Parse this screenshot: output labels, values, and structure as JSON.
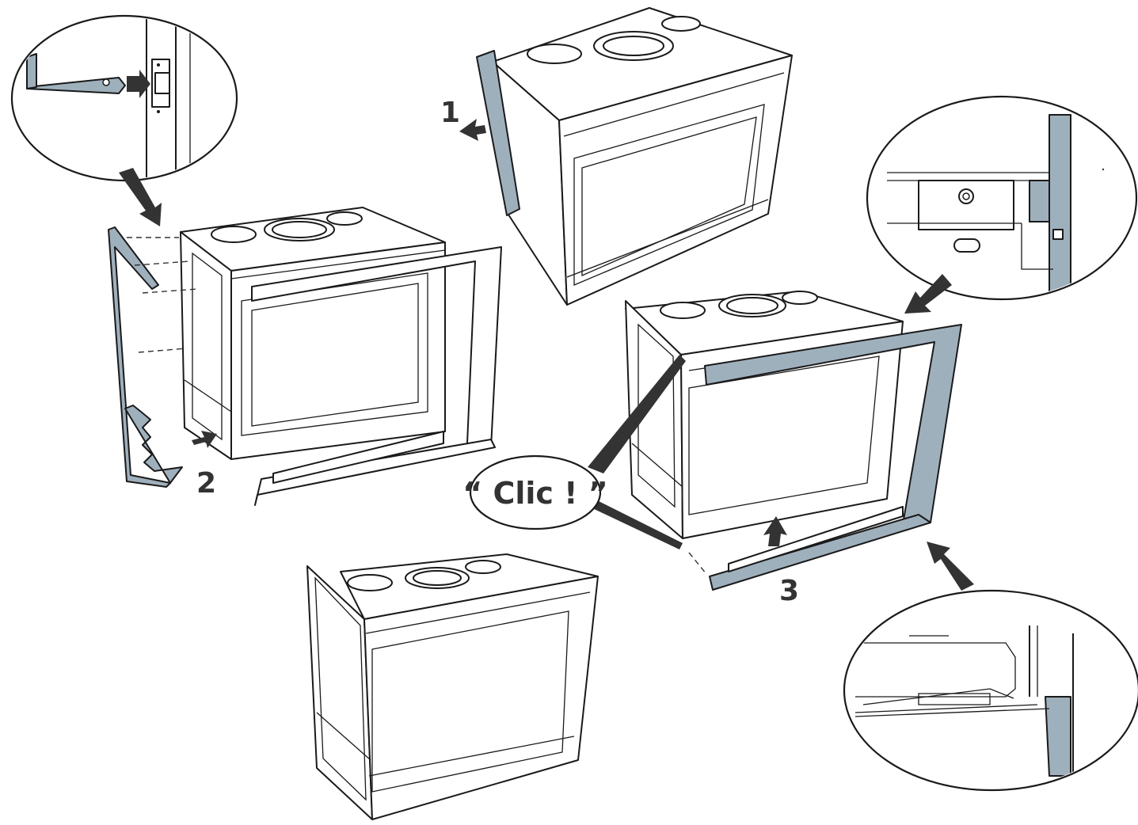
{
  "colors": {
    "part_fill": "#9fb0bd",
    "line": "#1a1a1a",
    "arrow": "#333333",
    "background": "#ffffff"
  },
  "steps": [
    {
      "id": "step-1",
      "label": "1"
    },
    {
      "id": "step-2",
      "label": "2"
    },
    {
      "id": "step-3",
      "label": "3"
    }
  ],
  "callout": {
    "text": "“ Clic ! ”"
  },
  "icons": [
    "push-arrow-icon",
    "pointer-arrow-icon",
    "magnifier-callout-icon"
  ]
}
